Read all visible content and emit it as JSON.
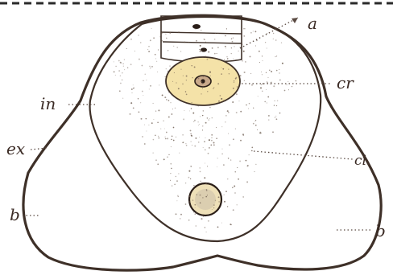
{
  "figure": {
    "background_color": "#fef3c8",
    "outline_color": "#3e3028",
    "labels": {
      "a": "a",
      "cr": "cr",
      "in": "in",
      "ex": "ex",
      "ci": "ci",
      "b_left": "b",
      "b_right": "b"
    }
  }
}
